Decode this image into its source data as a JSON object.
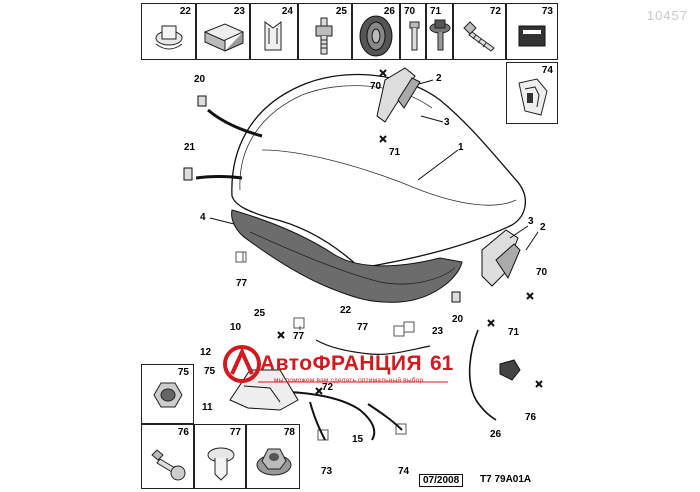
{
  "watermark": "10457",
  "top_cells": [
    {
      "num": "22",
      "icon": "clip-icon"
    },
    {
      "num": "23",
      "icon": "connector-block-icon"
    },
    {
      "num": "24",
      "icon": "spring-clip-icon"
    },
    {
      "num": "25",
      "icon": "stud-bolt-icon"
    },
    {
      "num": "26",
      "icon": "rubber-bump-stop-icon"
    },
    {
      "num": "70",
      "icon": "screw-icon"
    },
    {
      "num": "71",
      "icon": "flange-bolt-icon"
    },
    {
      "num": "72",
      "icon": "self-tapping-screw-icon"
    },
    {
      "num": "73",
      "icon": "bracket-icon"
    }
  ],
  "side_cell_74": {
    "num": "74",
    "icon": "hinge-bracket-icon"
  },
  "left_cells": [
    {
      "num": "75",
      "icon": "hex-nut-icon"
    },
    {
      "num": "76",
      "icon": "bolt-icon"
    },
    {
      "num": "77",
      "icon": "push-rivet-icon"
    },
    {
      "num": "78",
      "icon": "flange-nut-icon"
    }
  ],
  "callouts": {
    "c1": "1",
    "c2a": "2",
    "c2b": "2",
    "c3a": "3",
    "c3b": "3",
    "c4": "4",
    "c10": "10",
    "c11": "11",
    "c12": "12",
    "c15": "15",
    "c20a": "20",
    "c20b": "20",
    "c21": "21",
    "c22": "22",
    "c23": "23",
    "c25": "25",
    "c26": "26",
    "c70a": "70",
    "c70b": "70",
    "c71a": "71",
    "c71b": "71",
    "c72": "72",
    "c73": "73",
    "c74": "74",
    "c75": "75",
    "c76": "76",
    "c77a": "77",
    "c77b": "77",
    "c77c": "77"
  },
  "brand": {
    "name": "АвтоФРАНЦИЯ",
    "number": "61",
    "tagline": "мы поможем вам сделать оптимальный выбор"
  },
  "footer": {
    "date": "07/2008",
    "ref": "T7 79A01A"
  }
}
